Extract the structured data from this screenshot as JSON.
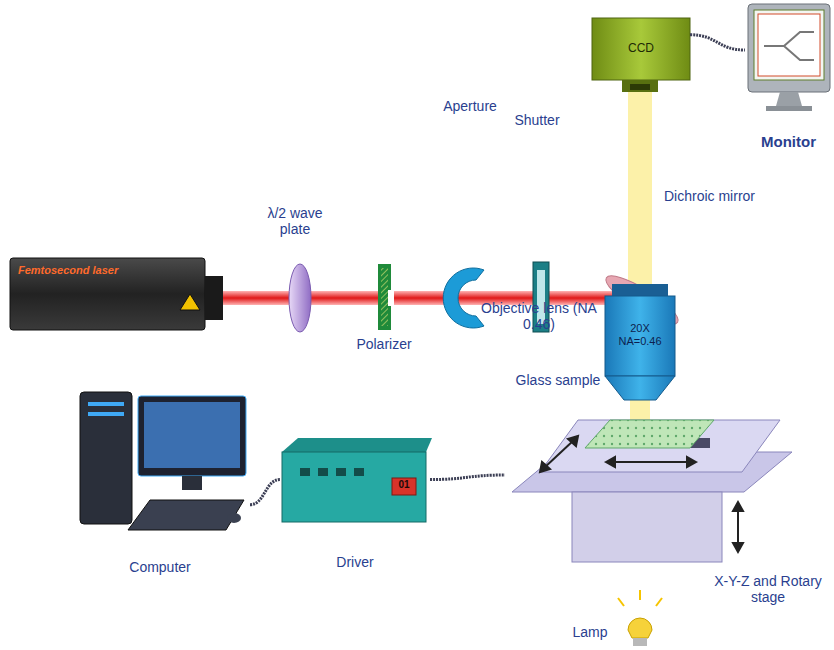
{
  "diagram": {
    "nodes": [
      {
        "text": [
          "Femtosecond laser"
        ]
      },
      {
        "text": [
          "CCD"
        ]
      },
      {
        "text": [
          "Monitor"
        ]
      },
      {
        "text": [
          "20X",
          "NA=0.46"
        ]
      },
      {
        "text": [
          "Computer"
        ]
      },
      {
        "text": [
          "Driver"
        ]
      },
      {
        "text": [
          "X-Y-Z and Rotary stage"
        ]
      }
    ],
    "edges": [
      {
        "from": 1,
        "to": 2,
        "arrow": "none"
      },
      {
        "from": 4,
        "to": 5,
        "arrow": "none"
      },
      {
        "from": 5,
        "to": 6,
        "arrow": "none"
      }
    ],
    "labels": [
      "λ/2 wave plate",
      "Polarizer",
      "Aperture",
      "Shutter",
      "Dichroic mirror",
      "Objective lens (NA 0.46)",
      "Glass sample",
      "Lamp",
      "01"
    ]
  }
}
